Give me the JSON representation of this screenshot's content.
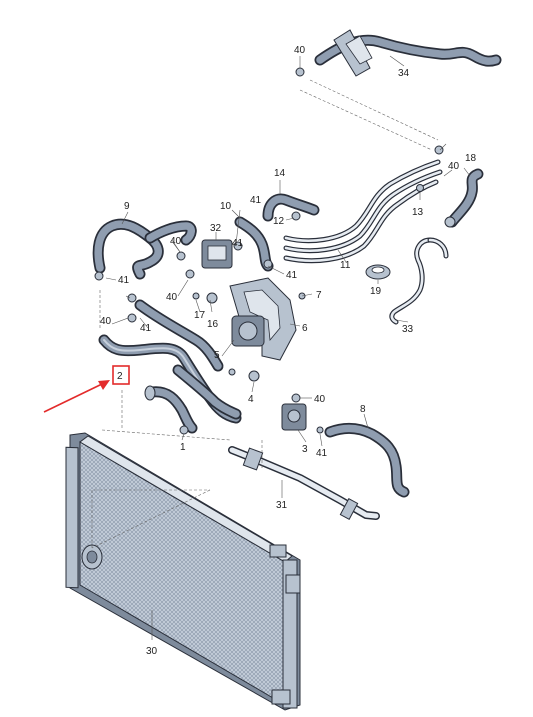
{
  "diagram": {
    "labels": {
      "p1": "1",
      "p2": "2",
      "p3": "3",
      "p4": "4",
      "p5": "5",
      "p6": "6",
      "p7": "7",
      "p8": "8",
      "p9": "9",
      "p10": "10",
      "p11": "11",
      "p12": "12",
      "p13": "13",
      "p14": "14",
      "p16": "16",
      "p17": "17",
      "p18": "18",
      "p19": "19",
      "p30": "30",
      "p31": "31",
      "p32": "32",
      "p33": "33",
      "p34": "34",
      "p40": "40",
      "p41": "41"
    },
    "highlight": {
      "color": "#e32b2b",
      "part": "2"
    },
    "colors": {
      "hose": "#8f9db0",
      "outline": "#2a2f3a",
      "radiator": "#b7c2cf"
    }
  }
}
